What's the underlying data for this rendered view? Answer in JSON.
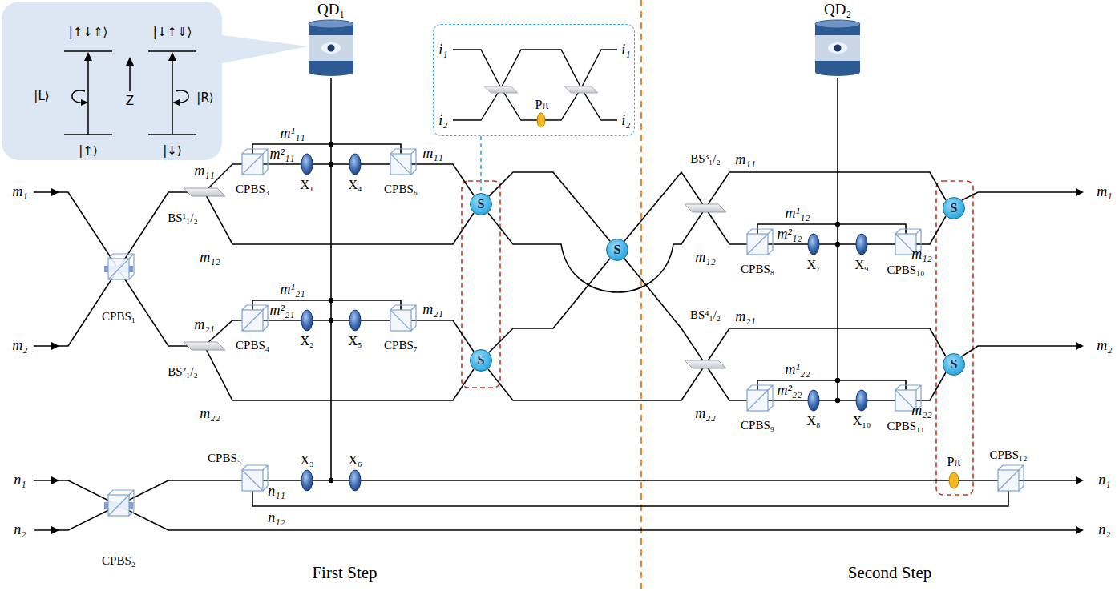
{
  "diagram": {
    "nodes": [
      {
        "text": [
          "|↑↓⇑⟩",
          "|↓↑⇓⟩",
          "|L⟩",
          "Z",
          "|R⟩",
          "|↑⟩",
          "|↓⟩"
        ]
      },
      {
        "text": [
          "QD₁"
        ]
      },
      {
        "text": [
          "i₁",
          "i₂",
          "i₁",
          "i₂",
          "Pπ"
        ]
      },
      {
        "text": [
          "S"
        ]
      },
      {
        "text": [
          "S"
        ]
      },
      {
        "text": [
          "S"
        ]
      },
      {
        "text": [
          "QD₂"
        ]
      },
      {
        "text": [
          "S"
        ]
      },
      {
        "text": [
          "S"
        ]
      }
    ],
    "edges": [
      {
        "from": 2,
        "to": 3,
        "arrow": "none"
      },
      {
        "from": 3,
        "to": 5,
        "arrow": "none"
      },
      {
        "from": 4,
        "to": 5,
        "arrow": "none"
      }
    ],
    "labels": [
      "m₁",
      "m₂",
      "n₁",
      "n₂",
      "CPBS₁",
      "CPBS₂",
      "BS¹₁/₂",
      "m₁₁",
      "m₁₂",
      "CPBS₃",
      "m¹₁₁",
      "m²₁₁",
      "X₁",
      "X₄",
      "CPBS₆",
      "m₁₁",
      "BS²₁/₂",
      "m₂₁",
      "m₂₂",
      "CPBS₄",
      "m¹₂₁",
      "m²₂₁",
      "X₂",
      "X₅",
      "CPBS₇",
      "m₂₁",
      "CPBS₅",
      "n₁₁",
      "n₁₂",
      "X₃",
      "X₆",
      "BS³₁/₂",
      "m₁₁",
      "m₁₂",
      "CPBS₈",
      "m¹₁₂",
      "m²₁₂",
      "X₇",
      "X₉",
      "CPBS₁₀",
      "m₁₂",
      "BS⁴₁/₂",
      "m₂₁",
      "m₂₂",
      "CPBS₉",
      "m¹₂₂",
      "m²₂₂",
      "X₈",
      "X₁₀",
      "CPBS₁₁",
      "m₂₂",
      "Pπ",
      "CPBS₁₂",
      "m₁",
      "m₂",
      "n₁",
      "n₂",
      "First Step",
      "Second Step"
    ]
  }
}
